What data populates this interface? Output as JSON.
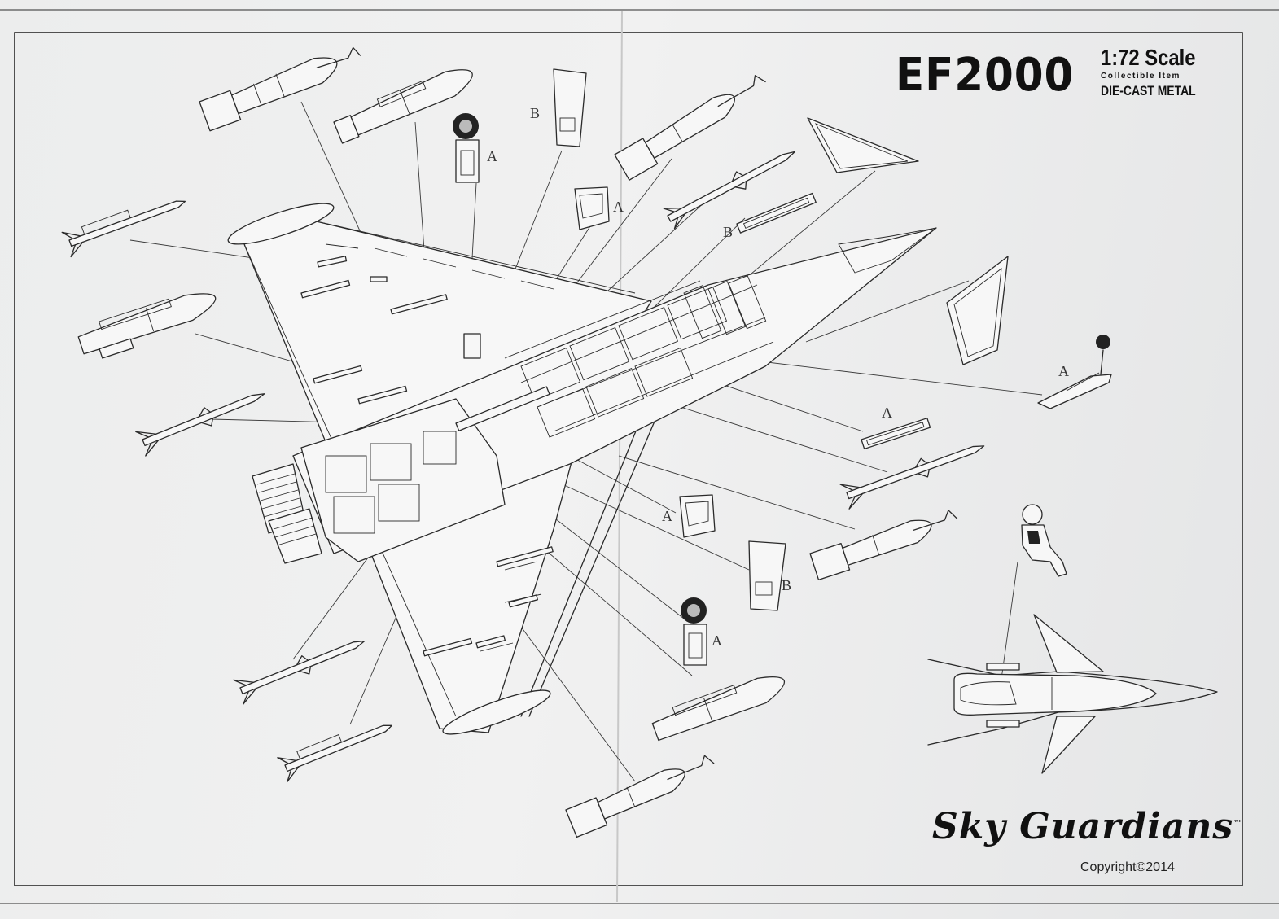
{
  "header": {
    "title": "EF2000",
    "scale": "1:72 Scale",
    "subtitle": "Collectible Item",
    "material": "DIE-CAST METAL"
  },
  "footer": {
    "brand": "Sky Guardians",
    "trademark": "™",
    "copyright": "Copyright©2014"
  },
  "part_labels": {
    "a1": "A",
    "a2": "A",
    "a3": "A",
    "a4": "A",
    "a5": "A",
    "a6": "A",
    "b1": "B",
    "b2": "B",
    "b3": "B"
  }
}
